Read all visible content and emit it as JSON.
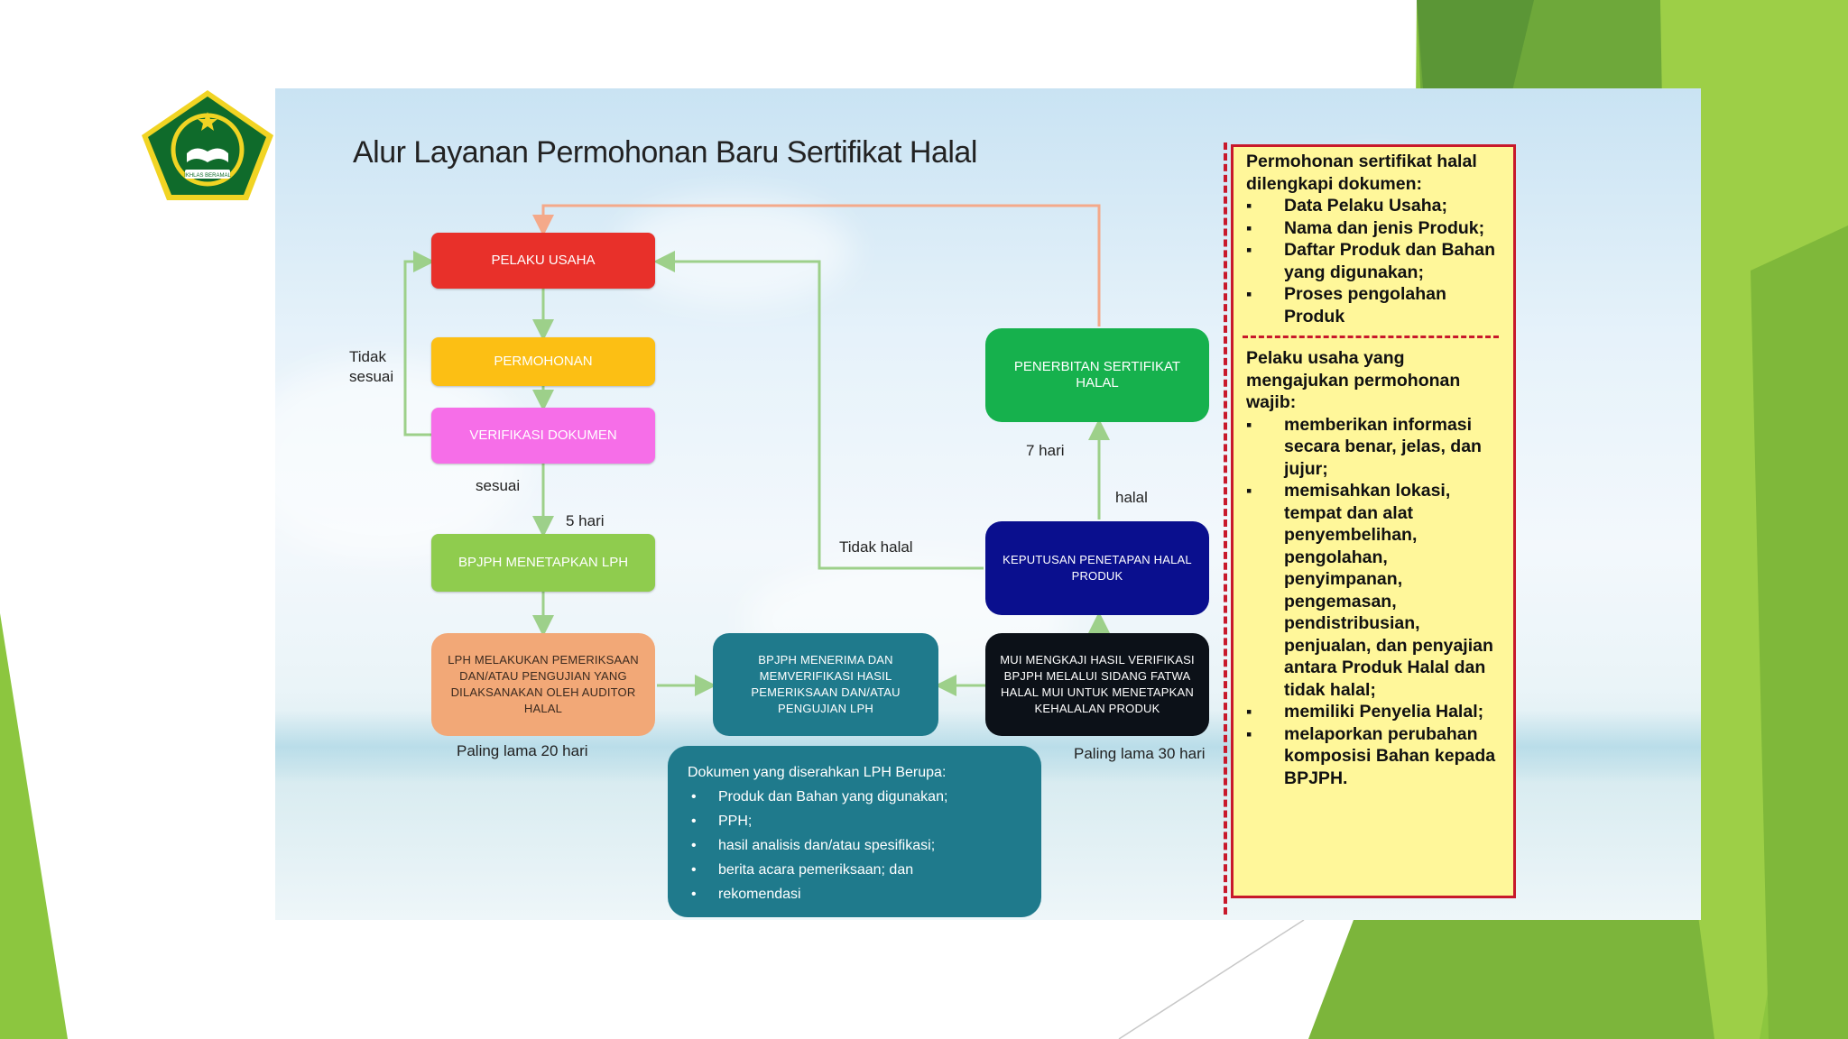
{
  "title": "Alur Layanan Permohonan Baru Sertifikat Halal",
  "colors": {
    "pelaku": "#e8302a",
    "permohonan": "#fcbf14",
    "verifikasi": "#f66ee8",
    "bpjph_lph": "#8fcc4e",
    "lph": "#f2a877",
    "bpjph_verif": "#1f7a8c",
    "mui": "#0c1118",
    "keputusan": "#0a0f8e",
    "penerbitan": "#16b14d",
    "green_deco": "#7fb83a"
  },
  "boxes": {
    "pelaku_usaha": "PELAKU USAHA",
    "permohonan": "PERMOHONAN",
    "verifikasi": "VERIFIKASI DOKUMEN",
    "bpjph_lph": "BPJPH MENETAPKAN LPH",
    "lph": "LPH MELAKUKAN PEMERIKSAAN DAN/ATAU PENGUJIAN YANG DILAKSANAKAN OLEH AUDITOR HALAL",
    "bpjph_verif": "BPJPH MENERIMA DAN MEMVERIFIKASI HASIL PEMERIKSAAN DAN/ATAU PENGUJIAN LPH",
    "mui": "MUI MENGKAJI HASIL VERIFIKASI BPJPH MELALUI SIDANG FATWA HALAL MUI UNTUK MENETAPKAN KEHALALAN PRODUK",
    "keputusan": "KEPUTUSAN PENETAPAN HALAL PRODUK",
    "penerbitan": "PENERBITAN SERTIFIKAT HALAL"
  },
  "labels": {
    "tidak": "Tidak",
    "sesuai_left": "sesuai",
    "sesuai": "sesuai",
    "lima_hari": "5 hari",
    "tidak_halal": "Tidak halal",
    "halal": "halal",
    "tujuh_hari": "7 hari",
    "paling_20": "Paling lama 20 hari",
    "paling_30": "Paling lama 30 hari"
  },
  "docs": {
    "heading": "Dokumen yang diserahkan LPH Berupa:",
    "items": [
      "Produk dan Bahan yang digunakan;",
      "PPH;",
      "hasil analisis dan/atau spesifikasi;",
      "berita acara pemeriksaan; dan",
      "rekomendasi"
    ]
  },
  "info": {
    "intro": "Permohonan sertifikat halal dilengkapi dokumen:",
    "docs": [
      "Data Pelaku Usaha;",
      "Nama dan jenis Produk;",
      "Daftar Produk dan Bahan yang digunakan;",
      "Proses pengolahan Produk"
    ],
    "intro2": "Pelaku usaha yang mengajukan permohonan wajib:",
    "obligations": [
      "memberikan informasi secara benar, jelas, dan jujur;",
      "memisahkan lokasi, tempat dan alat penyembelihan, pengolahan, penyimpanan, pengemasan, pendistribusian, penjualan, dan penyajian antara Produk Halal dan tidak halal;",
      "memiliki Penyelia Halal;",
      "melaporkan perubahan komposisi Bahan kepada BPJPH."
    ]
  },
  "logo": {
    "icon": "kemenag-emblem-icon",
    "text": "IKHLAS BERAMAL"
  }
}
